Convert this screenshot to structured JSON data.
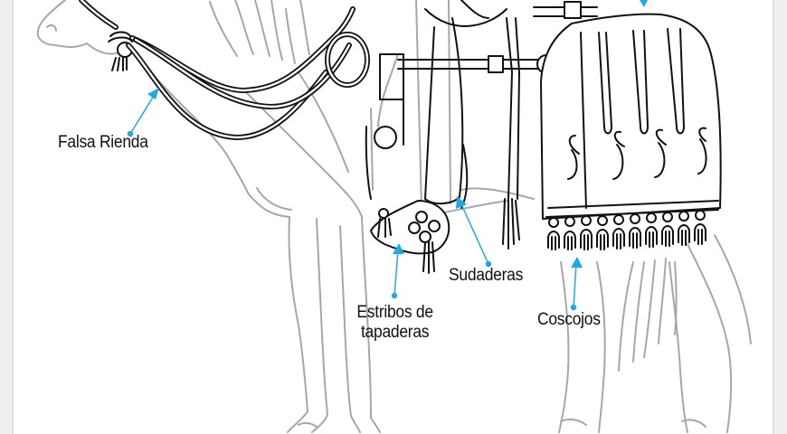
{
  "diagram": {
    "subject": "horse with charro tack",
    "callouts": [
      {
        "id": "falsa-rienda",
        "label": "Falsa Rienda"
      },
      {
        "id": "sudaderas",
        "label": "Sudaderas"
      },
      {
        "id": "estribos",
        "label_line1": "Estribos de",
        "label_line2": "tapaderas"
      },
      {
        "id": "coscojos",
        "label": "Coscojos"
      }
    ],
    "colors": {
      "callout": "#1fa8e8",
      "horse_outline": "#a7a7a7",
      "tack_outline": "#111111",
      "page_margin": "#efefef"
    }
  }
}
